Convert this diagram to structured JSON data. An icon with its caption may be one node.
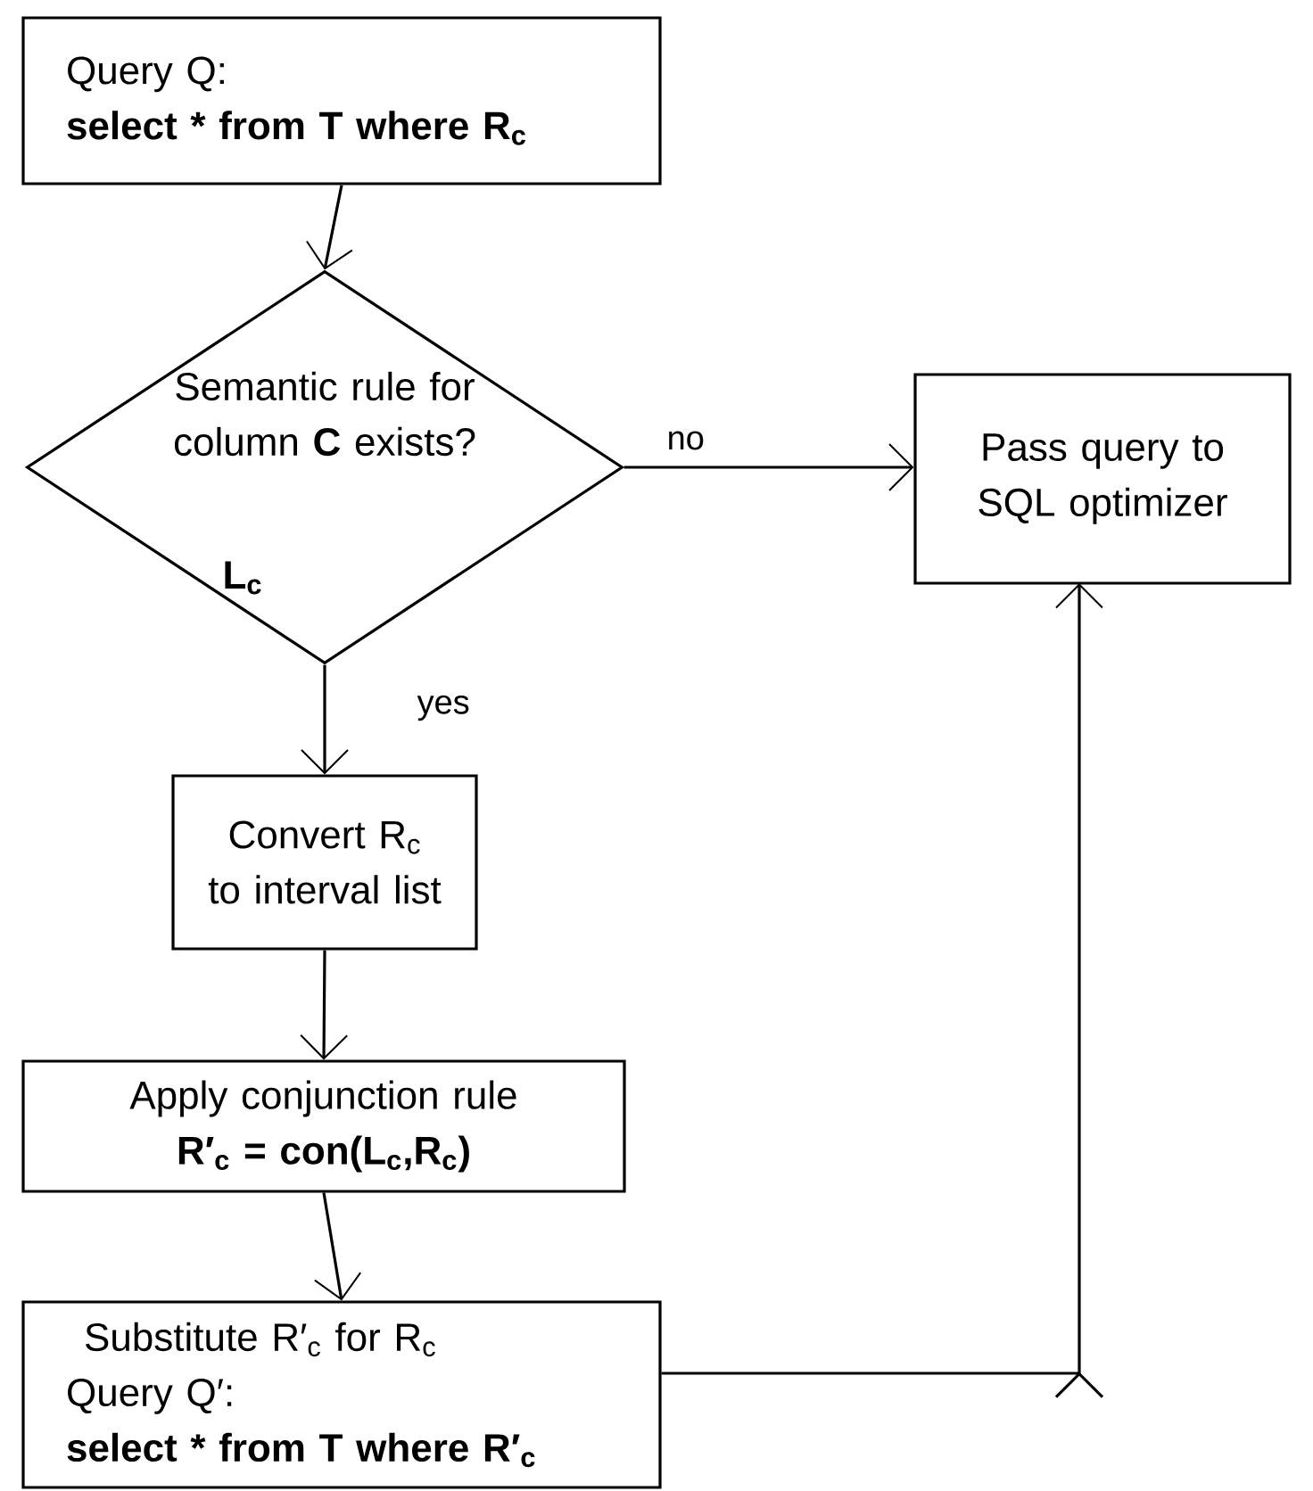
{
  "diagram": {
    "nodes": [
      {
        "text": [
          "Query Q:",
          "select * from T where R$_{c}$"
        ]
      },
      {
        "text": [
          "Semantic rule for column **C** exists?",
          "L$_{c}$"
        ]
      },
      {
        "text": [
          "Pass query to SQL optimizer"
        ]
      },
      {
        "text": [
          "Convert R$_{c}$ to interval list"
        ]
      },
      {
        "text": [
          "Apply conjunction rule",
          "R′$_{c}$ = con(L$_{c}$,R$_{c}$)"
        ]
      },
      {
        "text": [
          "Substitute R′$_{c}$ for R$_{c}$",
          "Query Q′:",
          "select * from T where R′$_{c}$"
        ]
      }
    ],
    "edges": [
      {
        "from": 0,
        "to": 1,
        "arrow": "to"
      },
      {
        "from": 1,
        "to": 2,
        "arrow": "to",
        "label": "no"
      },
      {
        "from": 1,
        "to": 3,
        "arrow": "to",
        "label": "yes"
      },
      {
        "from": 3,
        "to": 4,
        "arrow": "to"
      },
      {
        "from": 4,
        "to": 5,
        "arrow": "to"
      },
      {
        "from": 5,
        "to": 2,
        "arrow": "to"
      }
    ]
  }
}
